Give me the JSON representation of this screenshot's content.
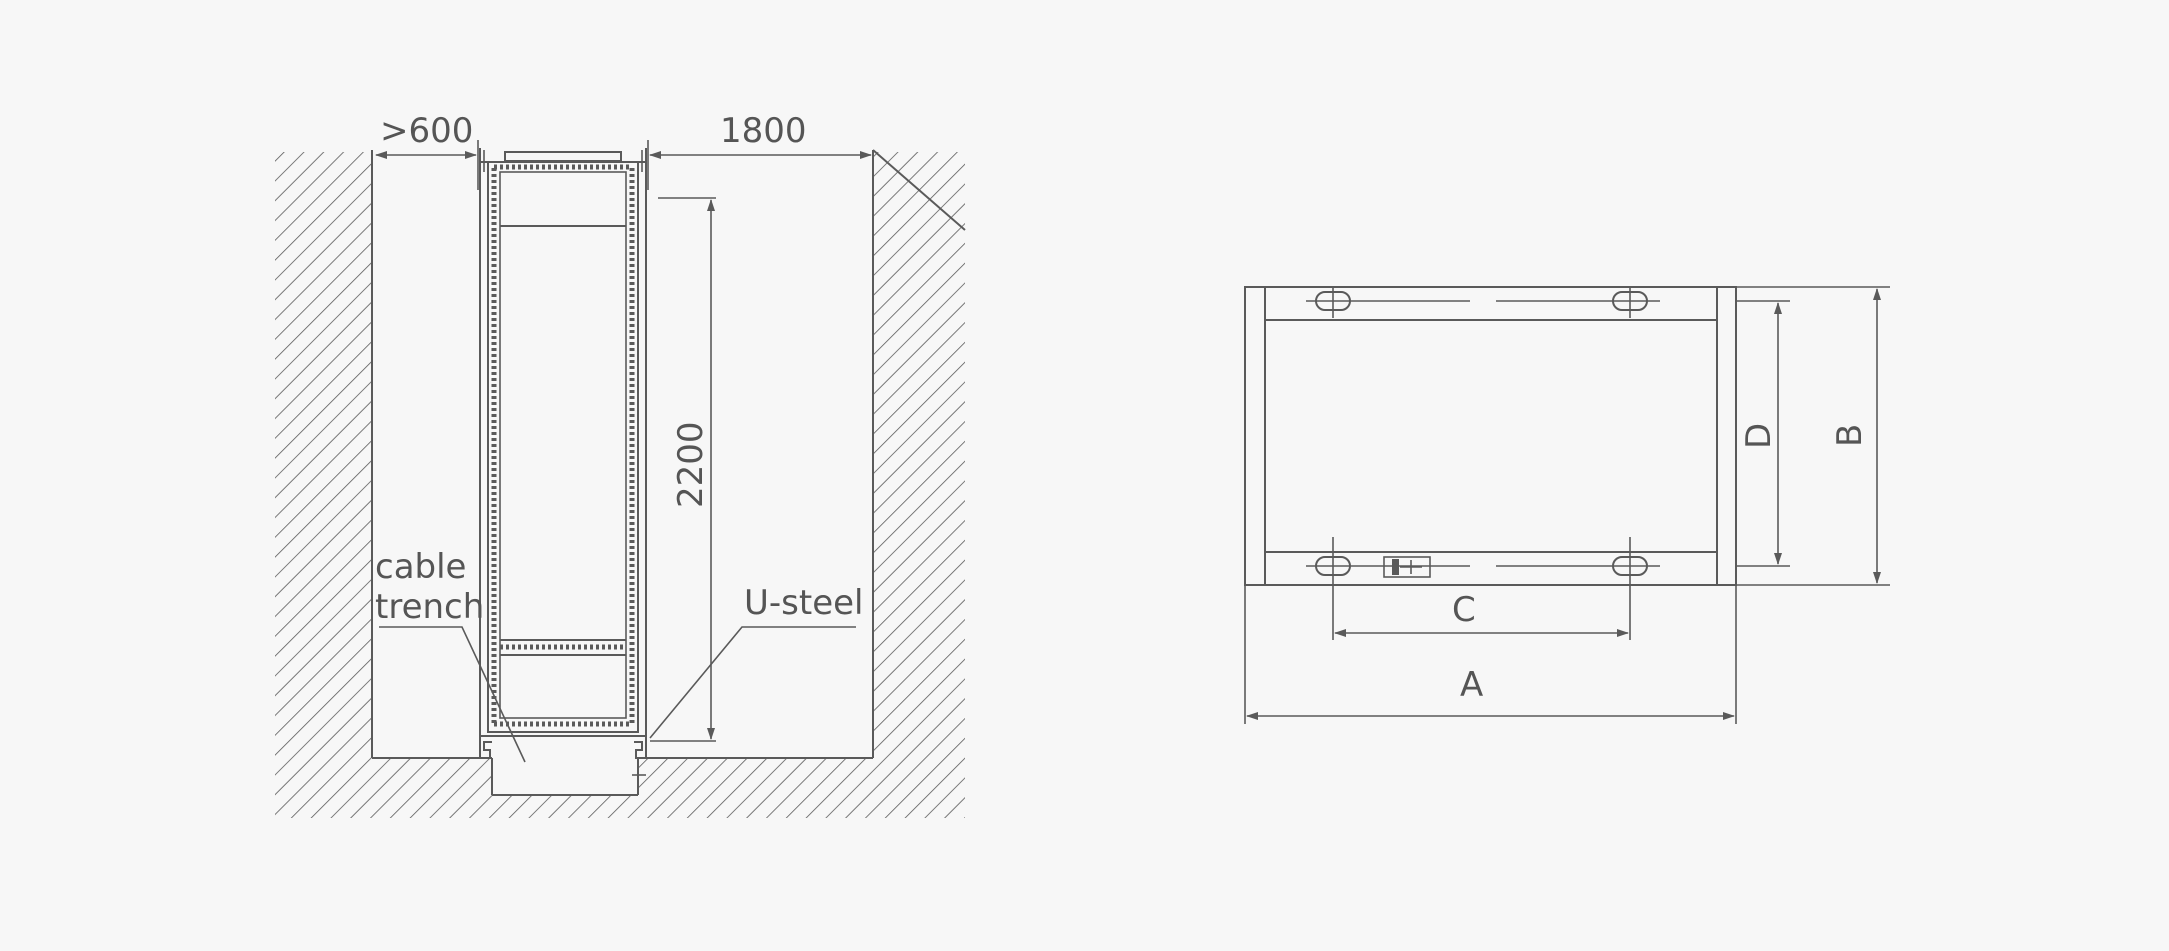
{
  "left_view": {
    "dim_clearance": ">600",
    "dim_front": "1800",
    "dim_height": "2200",
    "label_cable_line1": "cable",
    "label_cable_line2": "trench",
    "label_steel": "U-steel"
  },
  "right_view": {
    "dim_a": "A",
    "dim_b": "B",
    "dim_c": "C",
    "dim_d": "D"
  },
  "colors": {
    "line": "#5a5a5a",
    "text": "#555555",
    "background": "#f7f7f7"
  }
}
